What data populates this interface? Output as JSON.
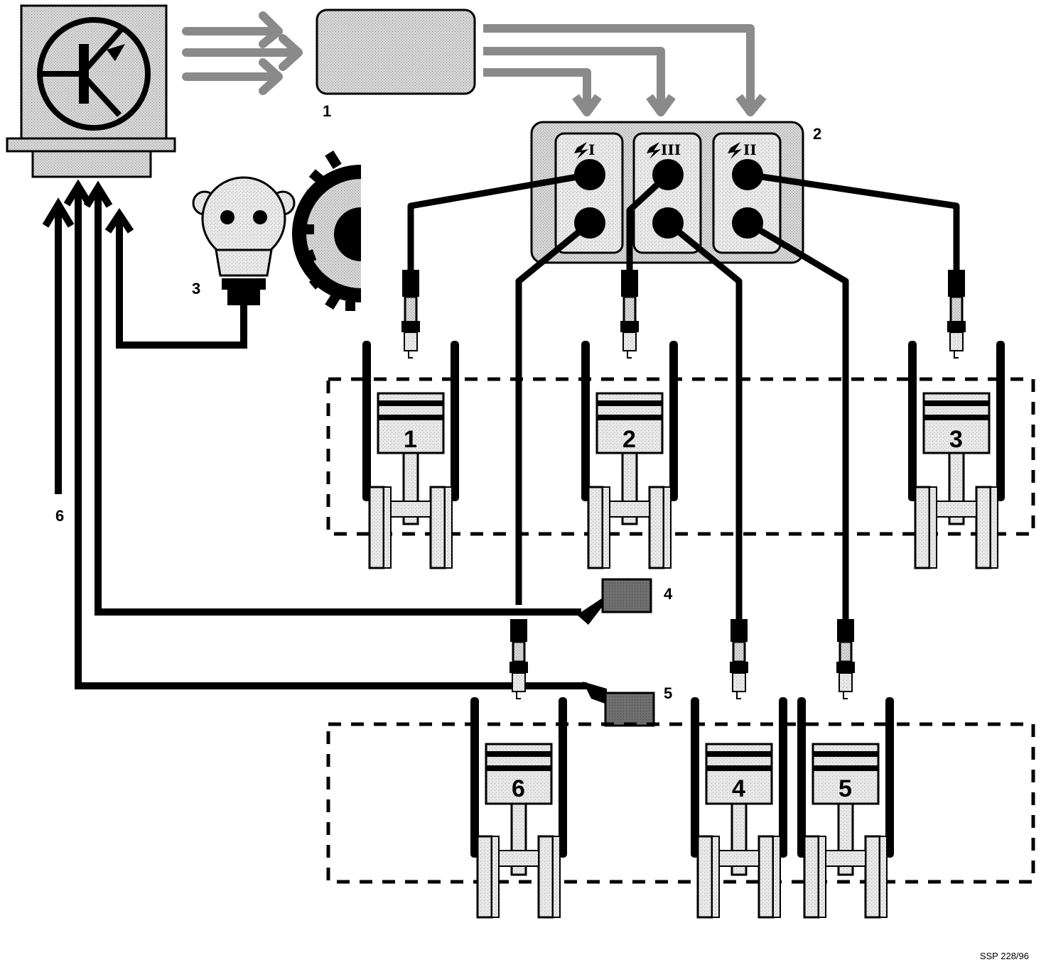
{
  "labels": {
    "n1": "1",
    "n2": "2",
    "n3": "3",
    "n4": "4",
    "n5": "5",
    "n6": "6"
  },
  "coil_outputs": [
    "I",
    "III",
    "II"
  ],
  "cylinders": [
    "1",
    "2",
    "3",
    "6",
    "4",
    "5"
  ],
  "reference": "SSP 228/96",
  "colors": {
    "wire": "#000000",
    "arrow_grey": "#8a8a8a",
    "fill_light": "#d9d9d9",
    "fill_mid": "#bdbdbd",
    "sensor_dark": "#6e6e6e"
  }
}
